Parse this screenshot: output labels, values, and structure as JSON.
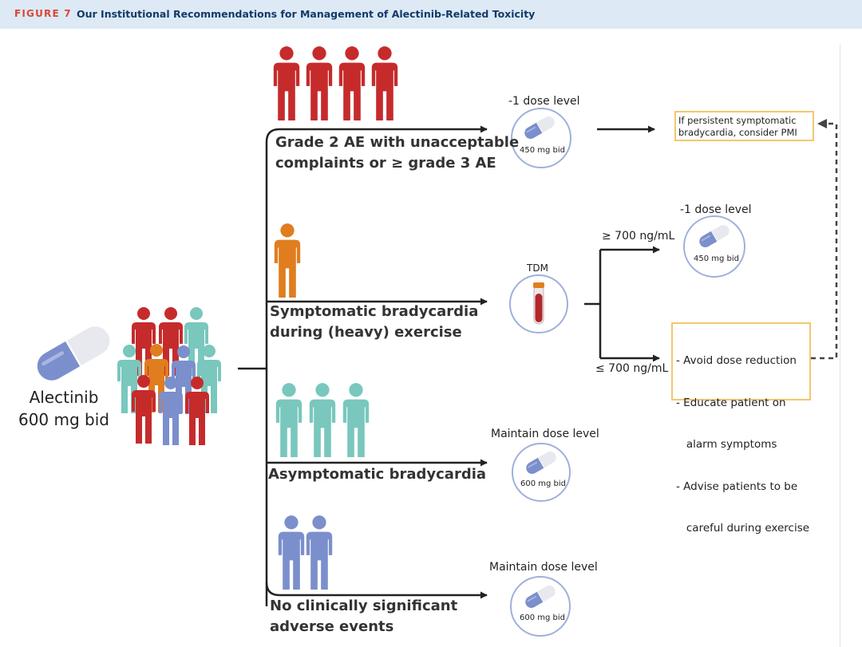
{
  "header": {
    "figure_label": "FIGURE 7",
    "title": "Our Institutional Recommendations for Management of Alectinib-Related Toxicity"
  },
  "drug": {
    "name": "Alectinib",
    "dose": "600 mg bid"
  },
  "branches": [
    {
      "line1": "Grade 2 AE with unacceptable",
      "line2": "complaints or ≥ grade 3 AE",
      "dose_label": "-1 dose level",
      "pill_dose": "450 mg bid"
    },
    {
      "line1": "Symptomatic bradycardia",
      "line2": "during (heavy) exercise",
      "tdm_label": "TDM"
    },
    {
      "line1": "Asymptomatic bradycardia",
      "dose_label": "Maintain dose level",
      "pill_dose": "600 mg bid"
    },
    {
      "line1": "No clinically significant",
      "line2": "adverse events",
      "dose_label": "Maintain dose level",
      "pill_dose": "600 mg bid"
    }
  ],
  "tdm": {
    "high": {
      "threshold": "≥ 700 ng/mL",
      "dose_label": "-1 dose level",
      "pill_dose": "450 mg bid"
    },
    "low": {
      "threshold": "≤ 700 ng/mL",
      "advice": [
        "- Avoid dose reduction",
        "- Educate patient on",
        "   alarm symptoms",
        "- Advise patients to be",
        "   careful during exercise"
      ]
    }
  },
  "pmi_box": {
    "line1": "If persistent symptomatic",
    "line2": "bradycardia, consider PMI"
  },
  "colors": {
    "red": "#c62b2c",
    "orange": "#e07d1f",
    "teal": "#79c7bd",
    "blue": "#7b8fcc",
    "box_border": "#f2c86c"
  }
}
